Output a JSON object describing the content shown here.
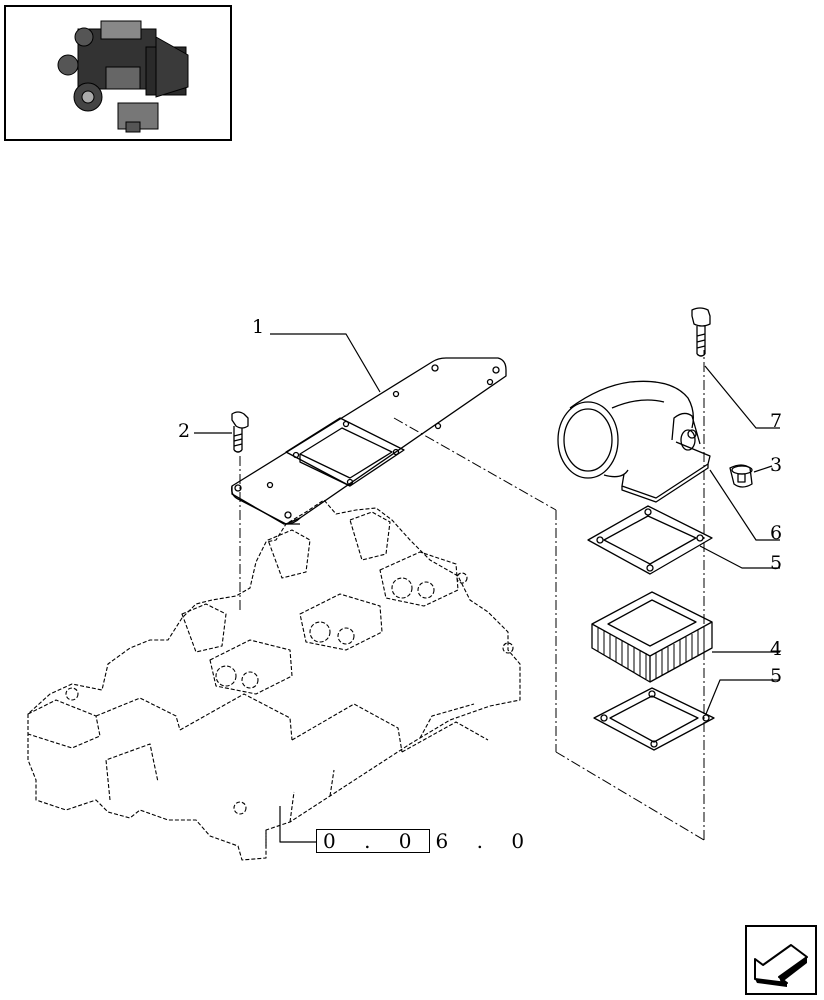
{
  "reference": {
    "boxed": "0 . 0",
    "rest": "6 . 0"
  },
  "callouts": [
    {
      "id": "1",
      "label": "1"
    },
    {
      "id": "2",
      "label": "2"
    },
    {
      "id": "3",
      "label": "3"
    },
    {
      "id": "4",
      "label": "4"
    },
    {
      "id": "5a",
      "label": "5"
    },
    {
      "id": "5b",
      "label": "5"
    },
    {
      "id": "6",
      "label": "6"
    },
    {
      "id": "7",
      "label": "7"
    }
  ],
  "icons": {
    "nav": "arrow-back-icon",
    "thumbnail": "engine-thumbnail-icon"
  }
}
